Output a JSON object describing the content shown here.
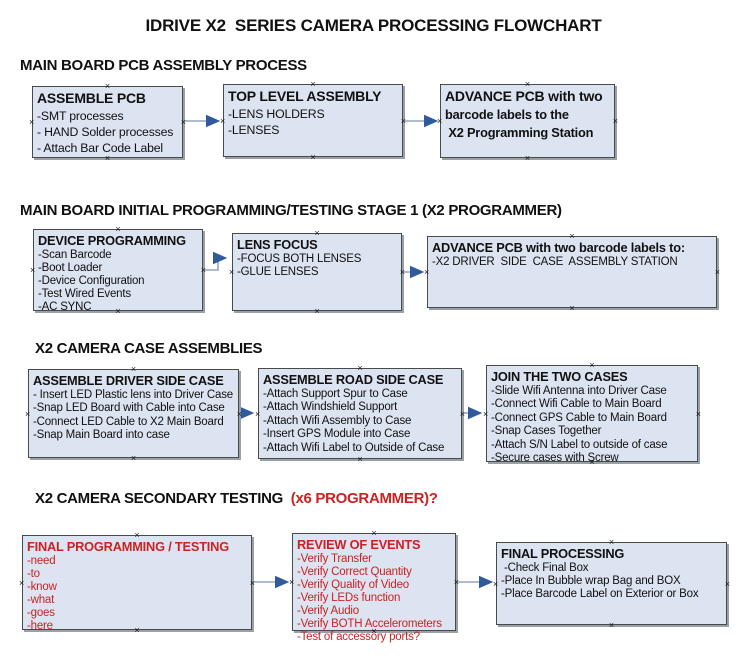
{
  "title": "IDRIVE X2  SERIES CAMERA PROCESSING FLOWCHART",
  "colors": {
    "box_fill": "#dce3f1",
    "box_border": "#4a4a4a",
    "red_text": "#cc2222",
    "arrow_line": "#92a6c3",
    "arrow_head": "#2f5b9d"
  },
  "icons": {
    "connector_anchor": "×"
  },
  "sections": [
    {
      "heading": "MAIN BOARD PCB ASSEMBLY PROCESS",
      "boxes": [
        {
          "title": "ASSEMBLE PCB",
          "lines": [
            "-SMT processes",
            "- HAND Solder processes",
            "- Attach Bar Code Label"
          ]
        },
        {
          "title": "TOP LEVEL ASSEMBLY",
          "lines": [
            "-LENS HOLDERS",
            "-LENSES"
          ]
        },
        {
          "title": "ADVANCE PCB with two",
          "lines": [
            "barcode labels to the",
            " X2 Programming Station"
          ]
        }
      ]
    },
    {
      "heading": "MAIN BOARD INITIAL PROGRAMMING/TESTING STAGE 1 (X2 PROGRAMMER)",
      "boxes": [
        {
          "title": "DEVICE PROGRAMMING",
          "lines": [
            "-Scan Barcode",
            "-Boot Loader",
            "-Device Configuration",
            "-Test Wired Events",
            "-AC SYNC"
          ]
        },
        {
          "title": "LENS FOCUS",
          "lines": [
            "-FOCUS BOTH LENSES",
            "-GLUE LENSES"
          ]
        },
        {
          "title": "ADVANCE PCB with two barcode labels to:",
          "lines": [
            "-X2 DRIVER  SIDE  CASE  ASSEMBLY STATION"
          ]
        }
      ]
    },
    {
      "heading": "X2 CAMERA CASE ASSEMBLIES",
      "boxes": [
        {
          "title": "ASSEMBLE DRIVER SIDE CASE",
          "lines": [
            "- Insert LED Plastic lens into Driver Case",
            "-Snap LED Board with Cable into Case",
            "-Connect LED Cable to X2 Main Board",
            "-Snap Main Board into case"
          ]
        },
        {
          "title": "ASSEMBLE ROAD SIDE CASE",
          "lines": [
            "-Attach Support Spur to Case",
            "-Attach Windshield Support",
            "-Attach Wifi Assembly to Case",
            "-Insert GPS Module into Case",
            "-Attach Wifi Label to Outside of Case"
          ]
        },
        {
          "title": "JOIN THE TWO CASES",
          "lines": [
            "-Slide Wifi Antenna into Driver Case",
            "-Connect Wifi Cable to Main Board",
            "-Connect GPS Cable to Main Board",
            "-Snap Cases Together",
            "-Attach S/N Label to outside of case",
            "-Secure cases with Screw"
          ]
        }
      ]
    },
    {
      "heading": "X2 CAMERA SECONDARY TESTING ",
      "heading_red": " (x6 PROGRAMMER)?",
      "boxes": [
        {
          "title": "FINAL PROGRAMMING / TESTING",
          "lines": [
            "-need",
            "-to",
            "-know",
            "-what",
            "-goes",
            "-here"
          ]
        },
        {
          "title": "REVIEW OF EVENTS",
          "lines": [
            "-Verify Transfer",
            "-Verify Correct Quantity",
            "-Verify Quality of Video",
            "-Verify LEDs function",
            "-Verify Audio",
            "-Verify BOTH Accelerometers",
            "-Test of accessory ports?"
          ]
        },
        {
          "title": "FINAL PROCESSING",
          "lines": [
            " -Check Final Box",
            "-Place In Bubble wrap Bag and BOX",
            "-Place Barcode Label on Exterior or Box"
          ]
        }
      ]
    }
  ]
}
